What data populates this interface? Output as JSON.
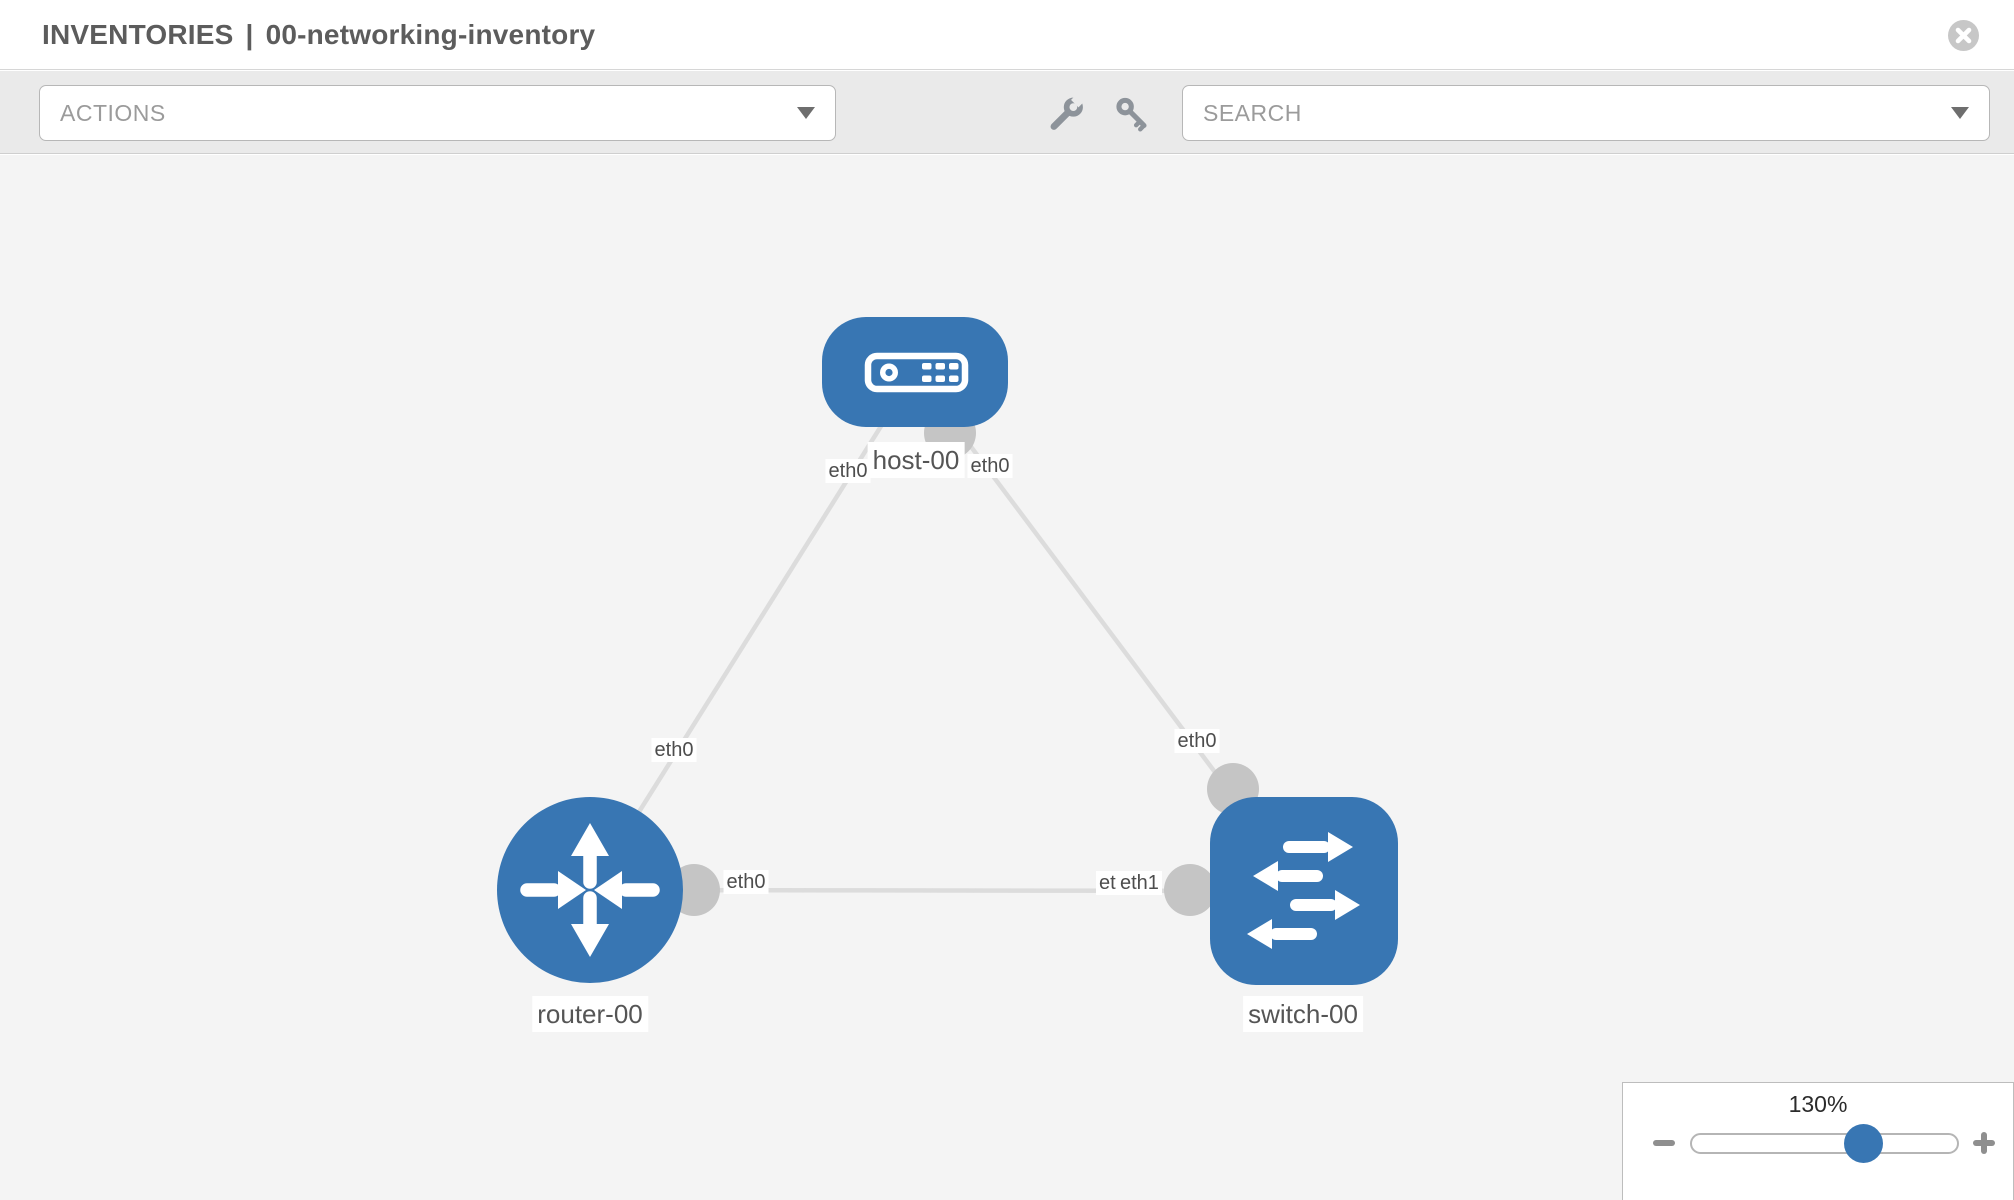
{
  "header": {
    "section": "INVENTORIES",
    "separator": "|",
    "inventory_name": "00-networking-inventory"
  },
  "toolbar": {
    "actions_label": "ACTIONS",
    "search_label": "SEARCH"
  },
  "graph": {
    "nodes": [
      {
        "label": "host-00",
        "type": "host"
      },
      {
        "label": "router-00",
        "type": "router"
      },
      {
        "label": "switch-00",
        "type": "switch"
      }
    ],
    "links": [
      {
        "source": "host-00",
        "source_if": "eth0",
        "target": "router-00",
        "target_if": "eth0"
      },
      {
        "source": "host-00",
        "source_if": "eth0",
        "target": "switch-00",
        "target_if": "eth0"
      },
      {
        "source": "router-00",
        "source_if": "eth0",
        "target": "switch-00",
        "target_if": "eth1",
        "overlapped_if": "eth0"
      }
    ]
  },
  "zoom_control": {
    "level": "130%"
  },
  "icons": {
    "header": [
      "close-icon"
    ],
    "toolbar": [
      "chevron-down-icon",
      "wrench-icon",
      "key-icon"
    ],
    "nodes": [
      "host-icon",
      "router-icon",
      "switch-icon"
    ],
    "zoom": [
      "minus-icon",
      "plus-icon"
    ]
  },
  "colors": {
    "node_blue": "#3876b3",
    "link_gray": "#dcdcdc",
    "port_gray": "#c5c5c5",
    "canvas_bg": "#f4f4f4",
    "toolbar_bg": "#eaeaea"
  }
}
